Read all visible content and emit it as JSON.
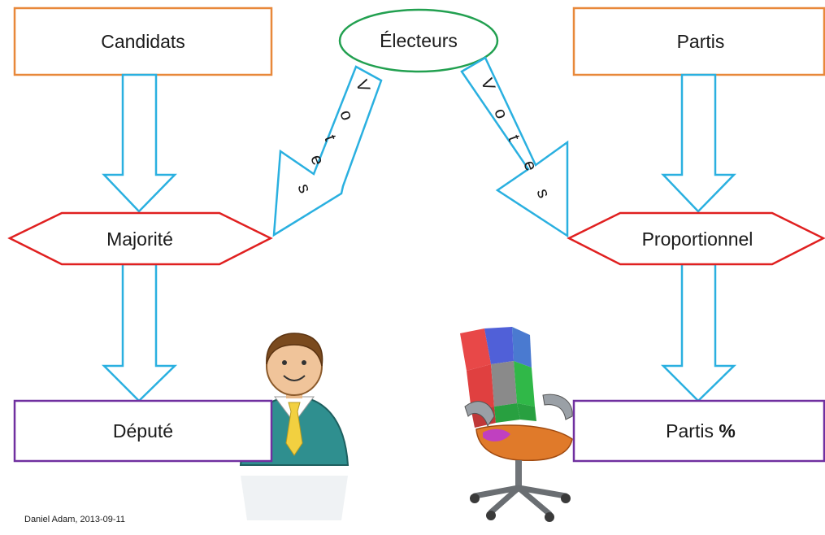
{
  "nodes": {
    "candidats": "Candidats",
    "electeurs": "Électeurs",
    "partis": "Partis",
    "majorite": "Majorité",
    "proportionnel": "Proportionnel",
    "depute": "Député",
    "partis_pct_text": "Partis ",
    "partis_pct_symbol": "%"
  },
  "votes_left": [
    "V",
    "o",
    "t",
    "e",
    "s"
  ],
  "votes_right": [
    "V",
    "o",
    "t",
    "e",
    "s"
  ],
  "credit": "Daniel Adam, 2013-09-11",
  "colors": {
    "rect_top": "#e8883a",
    "ellipse": "#22a050",
    "hexagon": "#e02020",
    "rect_bottom": "#7030a0",
    "arrow": "#2ab0e0"
  },
  "icons": {
    "person": "person-deputy-icon",
    "chair": "office-chair-icon"
  }
}
